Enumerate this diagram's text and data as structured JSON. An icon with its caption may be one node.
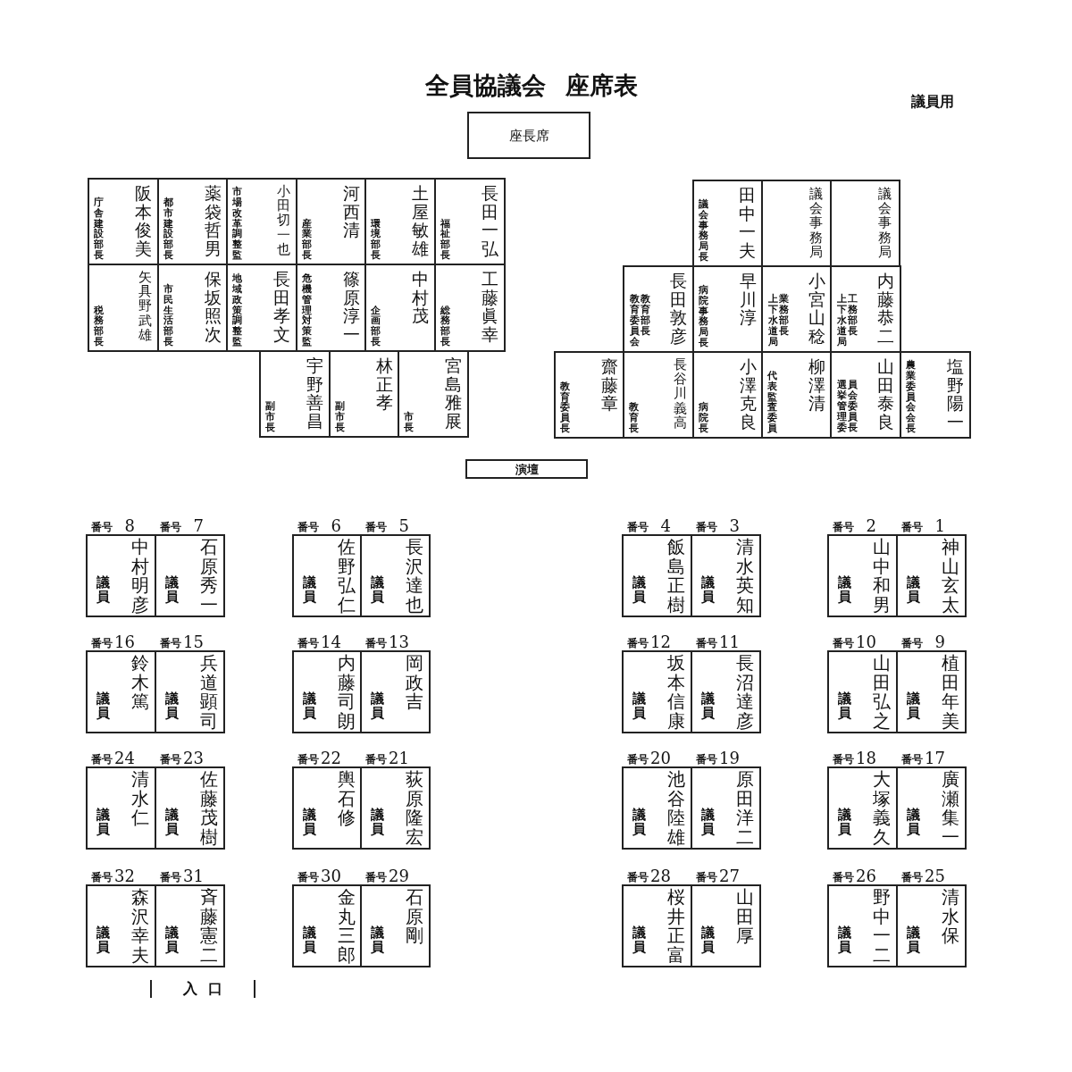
{
  "diagram": {
    "title": "全員協議会 座席表",
    "nodes": [
      {
        "text": [
          "座長席"
        ]
      },
      {
        "text": [
          "庁舎建設部長",
          "阪本俊美"
        ]
      },
      {
        "text": [
          "都市建設部長",
          "薬袋哲男"
        ]
      },
      {
        "text": [
          "市場改革調整監",
          "小田切一也"
        ]
      },
      {
        "text": [
          "産業部長",
          "河西清"
        ]
      },
      {
        "text": [
          "環境部長",
          "土屋敏雄"
        ]
      },
      {
        "text": [
          "福祉部長",
          "長田一弘"
        ]
      },
      {
        "text": [
          "税務部長",
          "矢具野武雄"
        ]
      },
      {
        "text": [
          "市民生活部長",
          "保坂照次"
        ]
      },
      {
        "text": [
          "地域政策調整監",
          "長田孝文"
        ]
      },
      {
        "text": [
          "危機管理対策監",
          "篠原淳一"
        ]
      },
      {
        "text": [
          "企画部長",
          "中村茂"
        ]
      },
      {
        "text": [
          "総務部長",
          "工藤眞幸"
        ]
      },
      {
        "text": [
          "副市長",
          "宇野善昌"
        ]
      },
      {
        "text": [
          "副市長",
          "林正孝"
        ]
      },
      {
        "text": [
          "市長",
          "宮島雅展"
        ]
      },
      {
        "text": [
          "議会事務局長",
          "田中一夫"
        ]
      },
      {
        "text": [
          "議会事務局"
        ]
      },
      {
        "text": [
          "議会事務局"
        ]
      },
      {
        "text": [
          "教育委員会教育部長",
          "長田敦彦"
        ]
      },
      {
        "text": [
          "病院事務局長",
          "早川淳"
        ]
      },
      {
        "text": [
          "上下水道局業務部長",
          "小宮山稔"
        ]
      },
      {
        "text": [
          "上下水道局工務部長",
          "内藤恭二"
        ]
      },
      {
        "text": [
          "教育委員長",
          "齋藤章"
        ]
      },
      {
        "text": [
          "教育長",
          "長谷川義高"
        ]
      },
      {
        "text": [
          "病院長",
          "小澤克良"
        ]
      },
      {
        "text": [
          "代表監査委員",
          "柳澤清"
        ]
      },
      {
        "text": [
          "選挙管理委員会委員長",
          "山田泰良"
        ]
      },
      {
        "text": [
          "農業委員会会長",
          "塩野陽一"
        ]
      },
      {
        "text": [
          "演壇"
        ]
      },
      {
        "text": [
          "議員",
          "中村明彦"
        ],
        "beside": [
          "番号",
          "8"
        ]
      },
      {
        "text": [
          "議員",
          "石原秀一"
        ],
        "beside": [
          "番号",
          "7"
        ]
      },
      {
        "text": [
          "議員",
          "佐野弘仁"
        ],
        "beside": [
          "番号",
          "6"
        ]
      },
      {
        "text": [
          "議員",
          "長沢達也"
        ],
        "beside": [
          "番号",
          "5"
        ]
      },
      {
        "text": [
          "議員",
          "飯島正樹"
        ],
        "beside": [
          "番号",
          "4"
        ]
      },
      {
        "text": [
          "議員",
          "清水英知"
        ],
        "beside": [
          "番号",
          "3"
        ]
      },
      {
        "text": [
          "議員",
          "山中和男"
        ],
        "beside": [
          "番号",
          "2"
        ]
      },
      {
        "text": [
          "議員",
          "神山玄太"
        ],
        "beside": [
          "番号",
          "1"
        ]
      },
      {
        "text": [
          "議員",
          "鈴木篤"
        ],
        "beside": [
          "番号",
          "16"
        ]
      },
      {
        "text": [
          "議員",
          "兵道顕司"
        ],
        "beside": [
          "番号",
          "15"
        ]
      },
      {
        "text": [
          "議員",
          "内藤司朗"
        ],
        "beside": [
          "番号",
          "14"
        ]
      },
      {
        "text": [
          "議員",
          "岡政吉"
        ],
        "beside": [
          "番号",
          "13"
        ]
      },
      {
        "text": [
          "議員",
          "坂本信康"
        ],
        "beside": [
          "番号",
          "12"
        ]
      },
      {
        "text": [
          "議員",
          "長沼達彦"
        ],
        "beside": [
          "番号",
          "11"
        ]
      },
      {
        "text": [
          "議員",
          "山田弘之"
        ],
        "beside": [
          "番号",
          "10"
        ]
      },
      {
        "text": [
          "議員",
          "植田年美"
        ],
        "beside": [
          "番号",
          "9"
        ]
      },
      {
        "text": [
          "議員",
          "清水仁"
        ],
        "beside": [
          "番号",
          "24"
        ]
      },
      {
        "text": [
          "議員",
          "佐藤茂樹"
        ],
        "beside": [
          "番号",
          "23"
        ]
      },
      {
        "text": [
          "議員",
          "輿石修"
        ],
        "beside": [
          "番号",
          "22"
        ]
      },
      {
        "text": [
          "議員",
          "荻原隆宏"
        ],
        "beside": [
          "番号",
          "21"
        ]
      },
      {
        "text": [
          "議員",
          "池谷陸雄"
        ],
        "beside": [
          "番号",
          "20"
        ]
      },
      {
        "text": [
          "議員",
          "原田洋二"
        ],
        "beside": [
          "番号",
          "19"
        ]
      },
      {
        "text": [
          "議員",
          "大塚義久"
        ],
        "beside": [
          "番号",
          "18"
        ]
      },
      {
        "text": [
          "議員",
          "廣瀬集一"
        ],
        "beside": [
          "番号",
          "17"
        ]
      },
      {
        "text": [
          "議員",
          "森沢幸夫"
        ],
        "beside": [
          "番号",
          "32"
        ]
      },
      {
        "text": [
          "議員",
          "斉藤憲二"
        ],
        "beside": [
          "番号",
          "31"
        ]
      },
      {
        "text": [
          "議員",
          "金丸三郎"
        ],
        "beside": [
          "番号",
          "30"
        ]
      },
      {
        "text": [
          "議員",
          "石原剛"
        ],
        "beside": [
          "番号",
          "29"
        ]
      },
      {
        "text": [
          "議員",
          "桜井正富"
        ],
        "beside": [
          "番号",
          "28"
        ]
      },
      {
        "text": [
          "議員",
          "山田厚"
        ],
        "beside": [
          "番号",
          "27"
        ]
      },
      {
        "text": [
          "議員",
          "野中一二"
        ],
        "beside": [
          "番号",
          "26"
        ]
      },
      {
        "text": [
          "議員",
          "清水保"
        ],
        "beside": [
          "番号",
          "25"
        ]
      }
    ],
    "labels": [
      "議員用",
      "入口"
    ]
  }
}
